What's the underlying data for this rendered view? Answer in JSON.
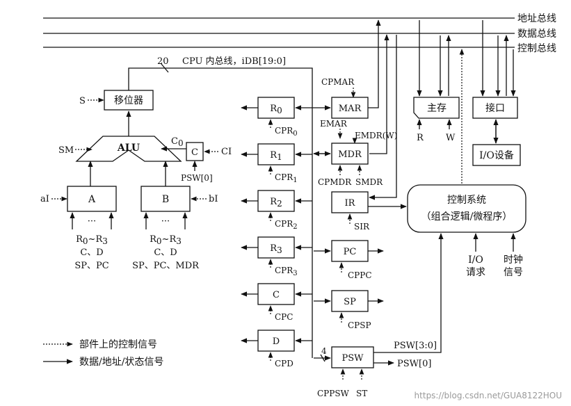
{
  "buses": {
    "address": "地址总线",
    "data": "数据总线",
    "control": "控制总线"
  },
  "internal_bus": {
    "width": "20",
    "label": "CPU 内总线，iDB[19:0]"
  },
  "shifter": {
    "label": "移位器",
    "input": "S"
  },
  "alu": {
    "label": "ALU",
    "sm": "SM",
    "c0": "C",
    "c0_sub": "0",
    "c_reg": "C",
    "ci": "CI",
    "psw0": "PSW[0]"
  },
  "reg_a": {
    "label": "A",
    "control": "aI",
    "dots": "···",
    "src_line1_base": "R",
    "src_line1_sub1": "0",
    "src_line1_mid": "~R",
    "src_line1_sub2": "3",
    "src_line2": "C、D",
    "src_line3": "SP、PC"
  },
  "reg_b": {
    "label": "B",
    "control": "bI",
    "dots": "···",
    "src_line1_base": "R",
    "src_line1_sub1": "0",
    "src_line1_mid": "~R",
    "src_line1_sub2": "3",
    "src_line2": "C、D",
    "src_line3": "SP、PC、MDR"
  },
  "gp_registers": [
    {
      "base": "R",
      "sub": "0",
      "ctrl_base": "CPR",
      "ctrl_sub": "0"
    },
    {
      "base": "R",
      "sub": "1",
      "ctrl_base": "CPR",
      "ctrl_sub": "1"
    },
    {
      "base": "R",
      "sub": "2",
      "ctrl_base": "CPR",
      "ctrl_sub": "2"
    },
    {
      "base": "R",
      "sub": "3",
      "ctrl_base": "CPR",
      "ctrl_sub": "3"
    },
    {
      "base": "C",
      "sub": "",
      "ctrl_base": "CPC",
      "ctrl_sub": ""
    },
    {
      "base": "D",
      "sub": "",
      "ctrl_base": "CPD",
      "ctrl_sub": ""
    }
  ],
  "mar": {
    "label": "MAR",
    "cp": "CPMAR",
    "e": "EMAR"
  },
  "mdr": {
    "label": "MDR",
    "e": "EMDR(W)",
    "cp": "CPMDR",
    "s": "SMDR"
  },
  "ir": {
    "label": "IR",
    "s": "SIR"
  },
  "pc": {
    "label": "PC",
    "cp": "CPPC"
  },
  "sp": {
    "label": "SP",
    "cp": "CPSP"
  },
  "psw": {
    "label": "PSW",
    "width": "4",
    "cp": "CPPSW",
    "st": "ST",
    "out_high": "PSW[3:0]",
    "out_low": "PSW[0]"
  },
  "memory": {
    "label": "主存",
    "r": "R",
    "w": "W"
  },
  "interface": {
    "label": "接口"
  },
  "io_device": {
    "label": "I/O设备"
  },
  "control_unit": {
    "line1": "控制系统",
    "line2": "（组合逻辑/微程序）",
    "io_req_1": "I/O",
    "io_req_2": "请求",
    "clock_1": "时钟",
    "clock_2": "信号"
  },
  "legend": {
    "dashed": "部件上的控制信号",
    "solid": "数据/地址/状态信号"
  },
  "watermark": "https://blog.csdn.net/GUA8122HOU"
}
